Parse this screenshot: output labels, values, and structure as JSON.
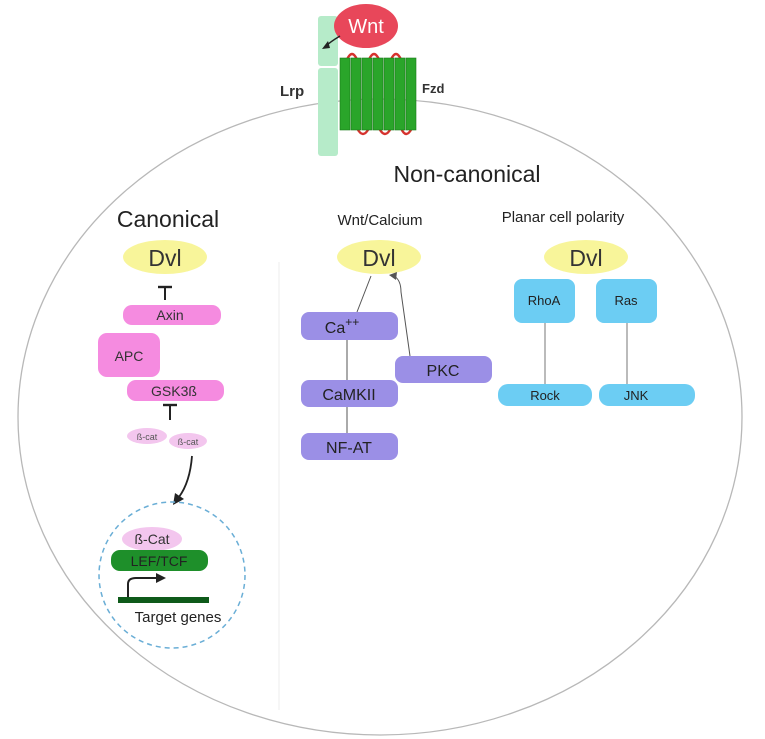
{
  "ligand": {
    "label": "Wnt",
    "color": "#e8475a"
  },
  "receptors": {
    "coreceptor_label": "Lrp",
    "coreceptor_color": "#b6ebc9",
    "receptor_label": "Fzd",
    "receptor_color": "#2aa52a",
    "loop_color": "#d6322e"
  },
  "headings": {
    "non_canonical": "Non-canonical",
    "canonical": "Canonical",
    "wnt_calcium": "Wnt/Calcium",
    "pcp": "Planar cell polarity"
  },
  "canonical": {
    "dvl": "Dvl",
    "axin": "Axin",
    "apc": "APC",
    "gsk": "GSK3ß",
    "bcat_small_1": "ß-cat",
    "bcat_small_2": "ß-cat",
    "bcat_nucleus": "ß-Cat",
    "lef_tcf": "LEF/TCF",
    "target_genes": "Target genes"
  },
  "calcium": {
    "dvl": "Dvl",
    "ca_base": "Ca",
    "ca_sup": "++",
    "camkii": "CaMKII",
    "nfat": "NF-AT",
    "pkc": "PKC"
  },
  "pcp": {
    "dvl": "Dvl",
    "rhoa": "RhoA",
    "ras": "Ras",
    "rock": "Rock",
    "jnk": "JNK"
  },
  "colors": {
    "dvl": "#f8f59a",
    "canonical_protein": "#f58be0",
    "bcat_light": "#f3c6ee",
    "lef_tcf": "#1e8f2a",
    "gene_bar": "#0e5a1a",
    "calcium_protein": "#9b8fe6",
    "pcp_protein": "#6ccdf3",
    "nucleus_border": "#6aaed6",
    "cell_border": "#b8b8b8"
  }
}
